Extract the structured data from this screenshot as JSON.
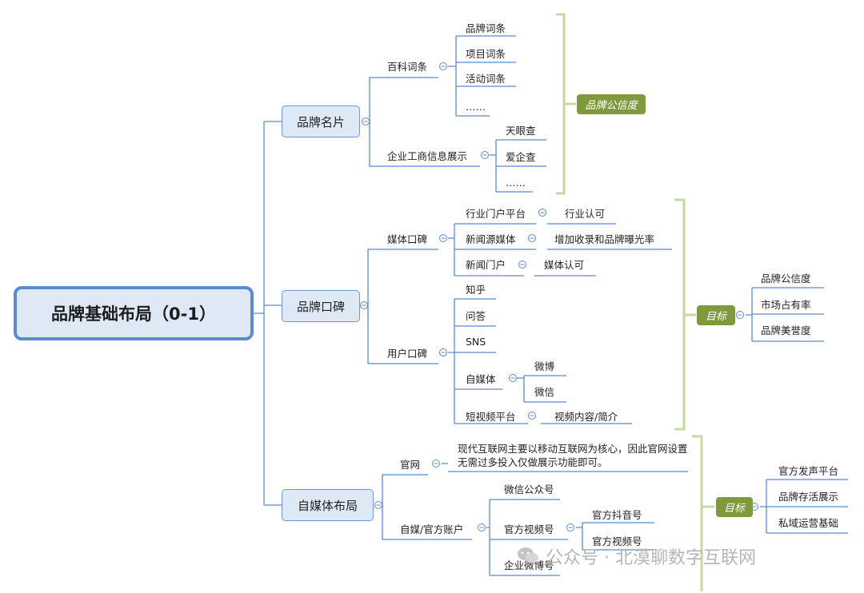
{
  "root": {
    "label": "品牌基础布局（0-1）"
  },
  "branches": {
    "card": {
      "label": "品牌名片"
    },
    "reputation": {
      "label": "品牌口碑"
    },
    "selfmedia": {
      "label": "自媒体布局"
    }
  },
  "card": {
    "baike": "百科词条",
    "baike_items": [
      "品牌词条",
      "项目词条",
      "活动词条",
      "……"
    ],
    "biz": "企业工商信息展示",
    "biz_items": [
      "天眼查",
      "爱企查",
      "……"
    ],
    "tag": "品牌公信度"
  },
  "reputation": {
    "media": "媒体口碑",
    "media_items": [
      {
        "label": "行业门户平台",
        "child": "行业认可"
      },
      {
        "label": "新闻源媒体",
        "child": "增加收录和品牌曝光率"
      },
      {
        "label": "新闻门户",
        "child": "媒体认可"
      }
    ],
    "user": "用户口碑",
    "user_items": [
      "知乎",
      "问答",
      "SNS",
      "自媒体",
      "短视频平台"
    ],
    "selfmedia_children": [
      "微博",
      "微信"
    ],
    "video_child": "视频内容/简介",
    "tag": "目标",
    "goals": [
      "品牌公信度",
      "市场占有率",
      "品牌美誉度"
    ]
  },
  "selfmedia": {
    "site": "官网",
    "site_note": "现代互联网主要以移动互联网为核心，因此官网设置无需过多投入仅做展示功能即可。",
    "accounts": "自媒/官方账户",
    "account_items": [
      "微信公众号",
      "官方视频号",
      "企业微博号"
    ],
    "video_children": [
      "官方抖音号",
      "官方视频号"
    ],
    "tag": "目标",
    "goals": [
      "官方发声平台",
      "品牌存活展示",
      "私域运营基础"
    ]
  },
  "watermark": "公众号 · 北漠聊数字互联网",
  "colors": {
    "line": "#5b8bd0",
    "bracket": "#c5d9a0",
    "tag": "#7e9a3d"
  }
}
